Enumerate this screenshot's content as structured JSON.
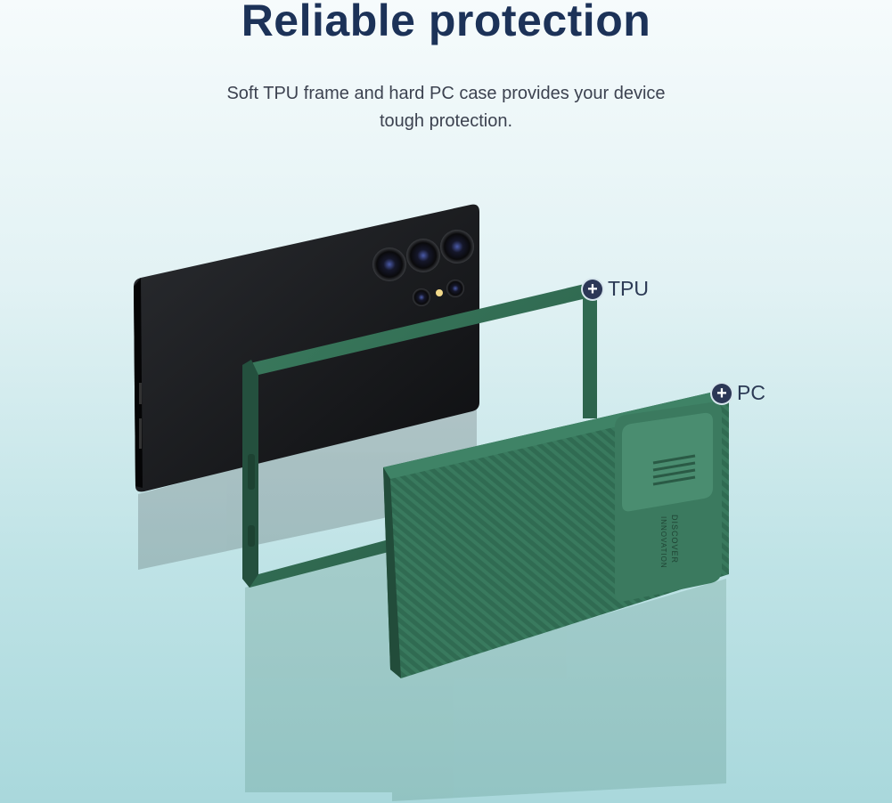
{
  "header": {
    "title": "Reliable protection",
    "subtitle": "Soft TPU frame and hard PC case provides your device tough protection."
  },
  "callouts": [
    {
      "label": "TPU"
    },
    {
      "label": "PC"
    }
  ],
  "case_print": {
    "line1": "DISCOVER",
    "line2": "INNOVATION"
  },
  "colors": {
    "title": "#1c3258",
    "case_green": "#2f6a51",
    "phone_black": "#151618",
    "background": "#bfe3e6"
  }
}
